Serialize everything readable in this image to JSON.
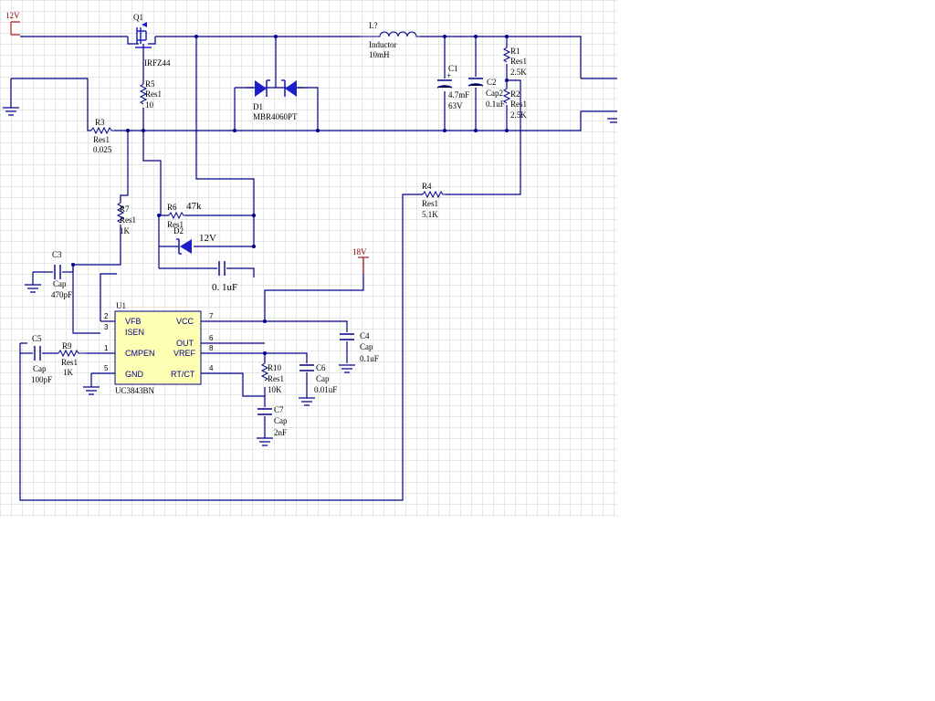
{
  "power": {
    "v12": "12V",
    "v18": "18V"
  },
  "q1": {
    "ref": "Q1",
    "part": "IRFZ44"
  },
  "l1": {
    "ref": "L?",
    "type": "Inductor",
    "value": "10mH"
  },
  "d1": {
    "ref": "D1",
    "part": "MBR4060PT"
  },
  "c1": {
    "ref": "C1",
    "value": "4.7mF",
    "voltage": "63V"
  },
  "c2": {
    "ref": "C2",
    "type": "Cap2",
    "value": "0.1uF"
  },
  "r1": {
    "ref": "R1",
    "type": "Res1",
    "value": "2.5K"
  },
  "r2": {
    "ref": "R2",
    "type": "Res1",
    "value": "2.5K"
  },
  "r3": {
    "ref": "R3",
    "type": "Res1",
    "value": "0.025"
  },
  "r4": {
    "ref": "R4",
    "type": "Res1",
    "value": "5.1K"
  },
  "r5": {
    "ref": "R5",
    "type": "Res1",
    "value": "10"
  },
  "r6": {
    "ref": "R6",
    "type": "Res1",
    "value": "47k"
  },
  "r7": {
    "ref": "R7",
    "type": "Res1",
    "value": "1K"
  },
  "r9": {
    "ref": "R9",
    "type": "Res1",
    "value": "1K"
  },
  "r10": {
    "ref": "R10",
    "type": "Res1",
    "value": "10K"
  },
  "d2": {
    "ref": "D2",
    "value": "12V"
  },
  "c3": {
    "ref": "C3",
    "type": "Cap",
    "value": "470pF"
  },
  "c4": {
    "ref": "C4",
    "type": "Cap",
    "value": "0.1uF"
  },
  "c5": {
    "ref": "C5",
    "type": "Cap",
    "value": "100pF"
  },
  "c6": {
    "ref": "C6",
    "type": "Cap",
    "value": "0.01uF"
  },
  "c7": {
    "ref": "C7",
    "type": "Cap",
    "value": "2nF"
  },
  "c8": {
    "value": "0. 1uF"
  },
  "u1": {
    "ref": "U1",
    "part": "UC3843BN",
    "pins": [
      {
        "num": "2",
        "name": "VFB"
      },
      {
        "num": "3",
        "name": "ISEN"
      },
      {
        "num": "1",
        "name": "CMPEN"
      },
      {
        "num": "5",
        "name": "GND"
      },
      {
        "num": "7",
        "name": "VCC"
      },
      {
        "num": "6",
        "name": "OUT"
      },
      {
        "num": "8",
        "name": "VREF"
      },
      {
        "num": "4",
        "name": "RT/CT"
      }
    ]
  },
  "colors": {
    "wire": "#00008b",
    "power": "#b22222",
    "component": "#1e1ec8",
    "grid": "#e6e6e6"
  }
}
